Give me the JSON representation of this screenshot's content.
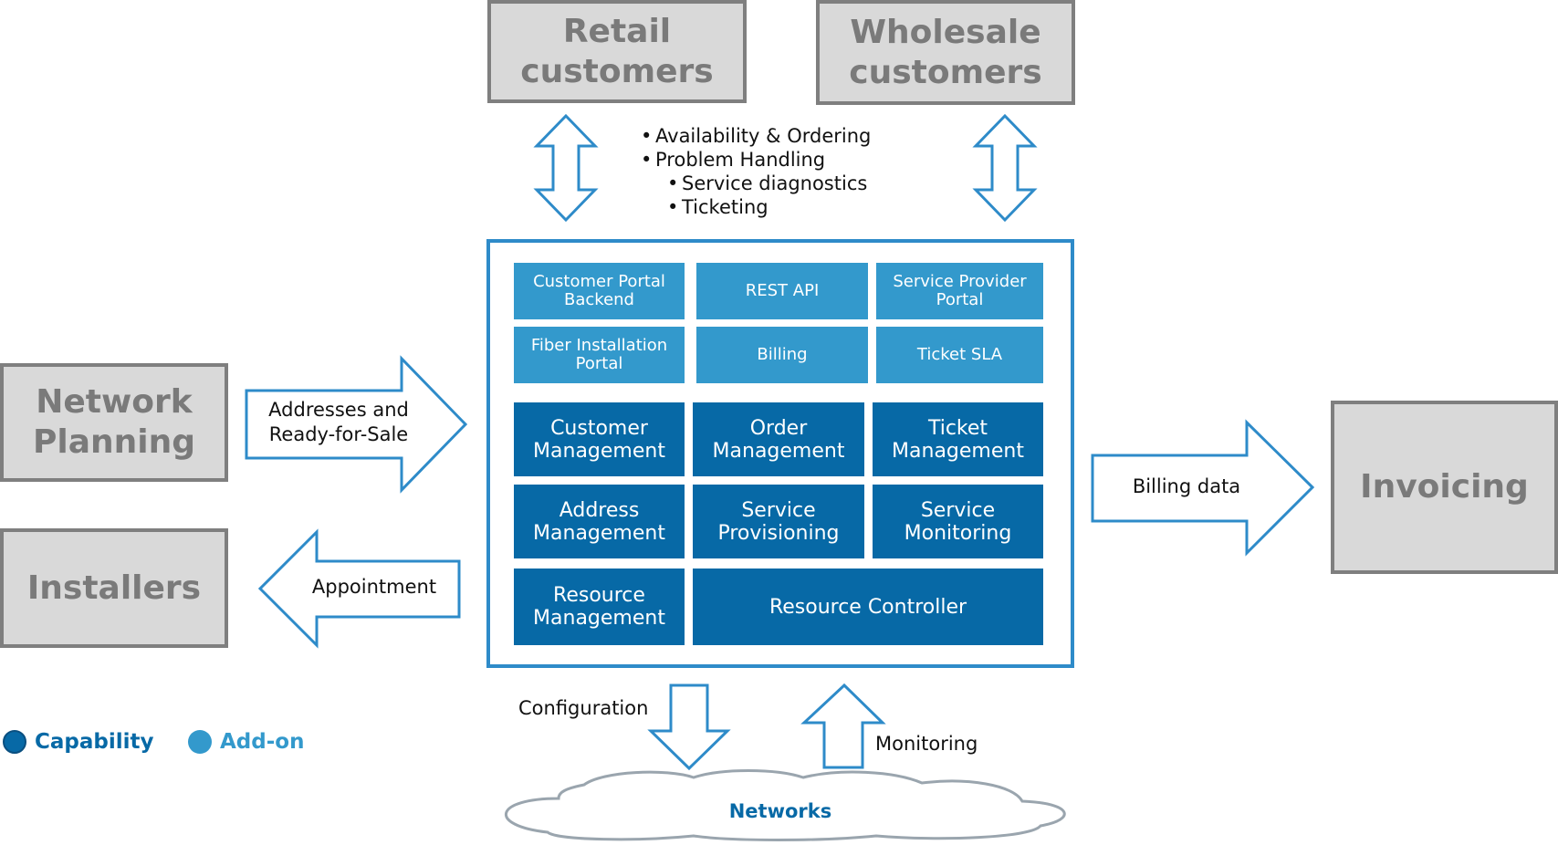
{
  "external": {
    "retail": "Retail\ncustomers",
    "wholesale": "Wholesale\ncustomers",
    "network_planning": "Network\nPlanning",
    "installers": "Installers",
    "invoicing": "Invoicing"
  },
  "interface_bullets": {
    "items": [
      "Availability & Ordering",
      "Problem Handling"
    ],
    "sub_items": [
      "Service diagnostics",
      "Ticketing"
    ]
  },
  "addons": {
    "customer_portal_backend": "Customer Portal\nBackend",
    "rest_api": "REST API",
    "service_provider_portal": "Service Provider\nPortal",
    "fiber_installation_portal": "Fiber Installation\nPortal",
    "billing": "Billing",
    "ticket_sla": "Ticket SLA"
  },
  "capabilities": {
    "customer_management": "Customer\nManagement",
    "order_management": "Order\nManagement",
    "ticket_management": "Ticket\nManagement",
    "address_management": "Address\nManagement",
    "service_provisioning": "Service\nProvisioning",
    "service_monitoring": "Service\nMonitoring",
    "resource_management": "Resource\nManagement",
    "resource_controller": "Resource Controller"
  },
  "flows": {
    "addresses": "Addresses and\nReady-for-Sale",
    "appointment": "Appointment",
    "billing_data": "Billing data",
    "configuration": "Configuration",
    "monitoring": "Monitoring"
  },
  "networks": "Networks",
  "legend": {
    "capability": "Capability",
    "addon": "Add-on"
  },
  "colors": {
    "capability": "#0769a6",
    "addon": "#3399cc",
    "frame": "#2e8bc9",
    "external_fill": "#d9d9d9",
    "external_border": "#7f7f7f",
    "external_text": "#7a7a7a"
  }
}
